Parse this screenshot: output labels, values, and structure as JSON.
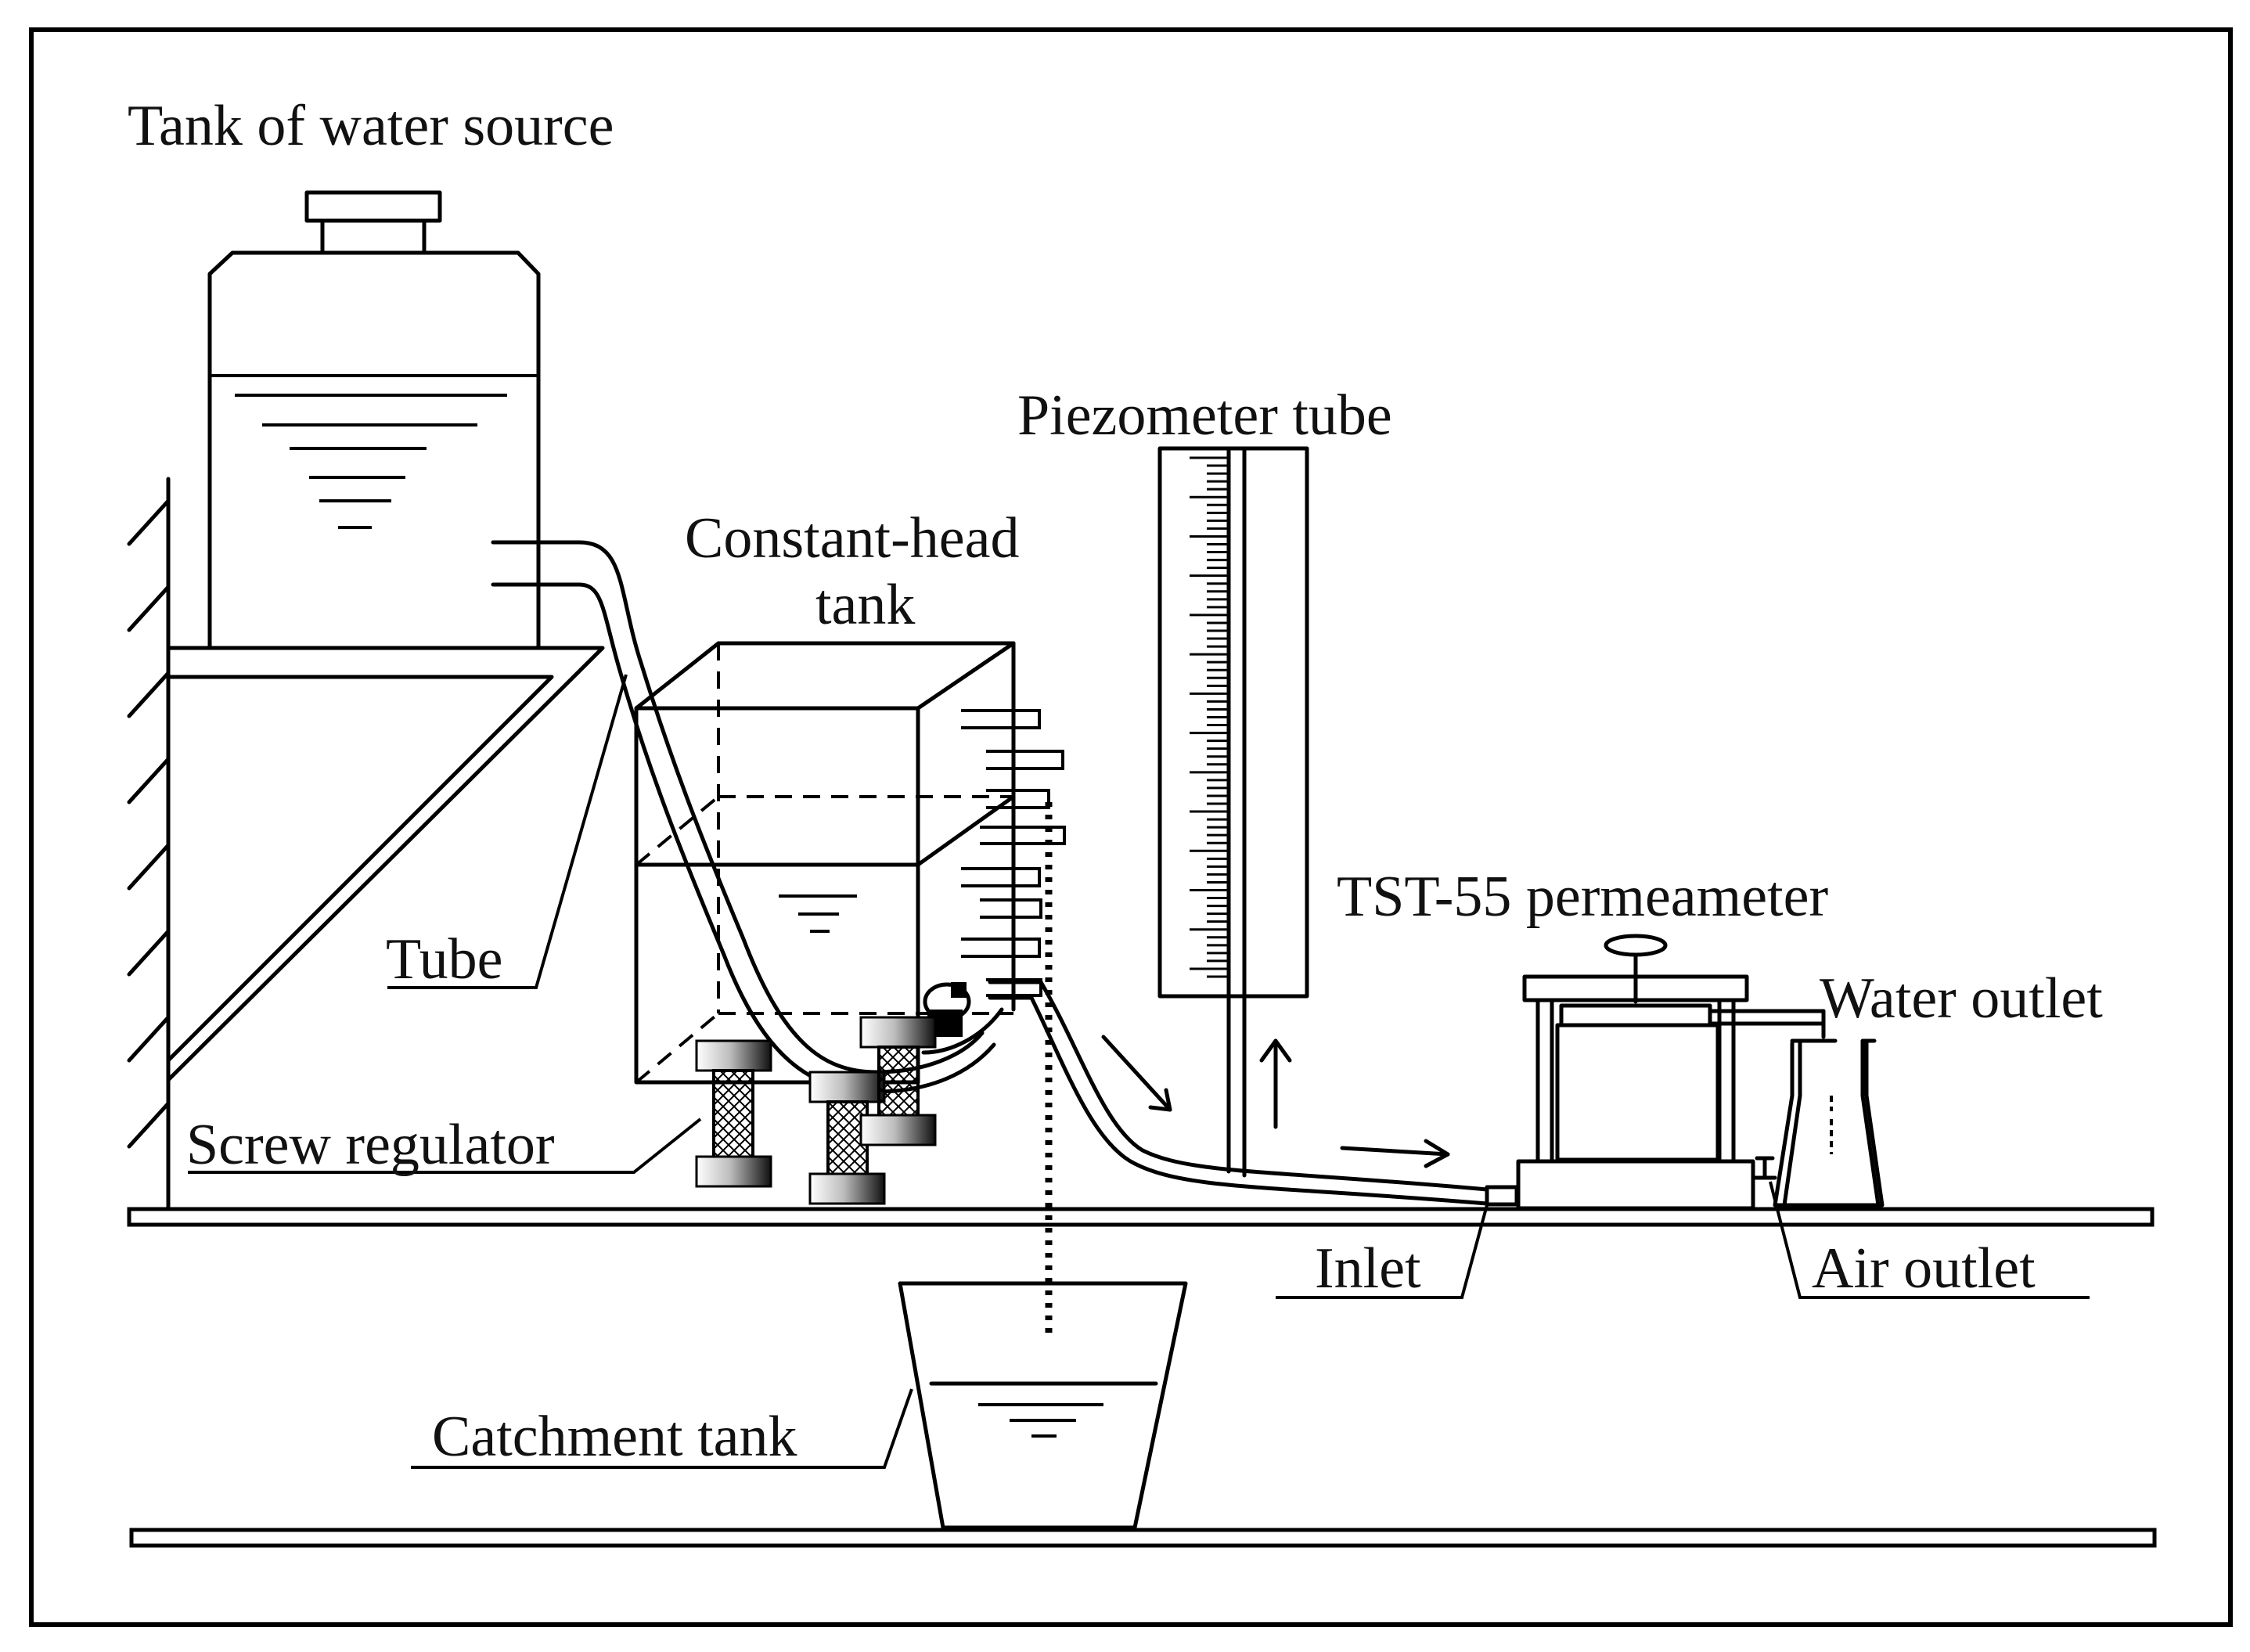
{
  "labels": {
    "tank_water_source": "Tank of water source",
    "piezometer_tube": "Piezometer tube",
    "constant_head_line1": "Constant-head",
    "constant_head_line2": "tank",
    "tube": "Tube",
    "screw_regulator": "Screw regulator",
    "permeameter": "TST-55 permeameter",
    "water_outlet": "Water outlet",
    "inlet": "Inlet",
    "air_outlet": "Air outlet",
    "catchment_tank": "Catchment tank"
  }
}
